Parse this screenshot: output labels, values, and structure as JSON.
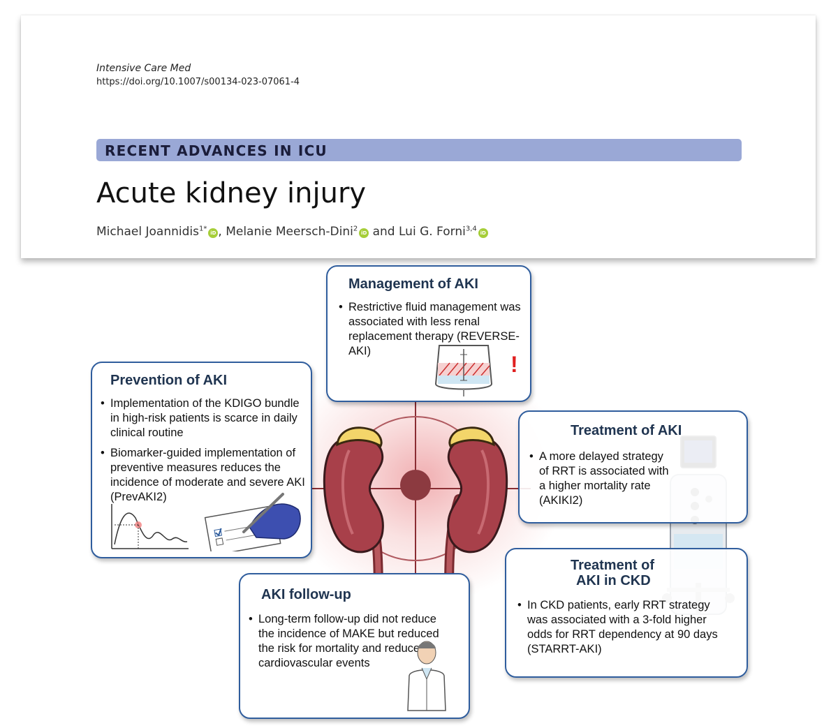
{
  "paper": {
    "journal": "Intensive Care Med",
    "doi": "https://doi.org/10.1007/s00134-023-07061-4",
    "section": "RECENT ADVANCES IN ICU",
    "title": "Acute kidney injury",
    "authors": [
      {
        "name": "Michael Joannidis",
        "sup": "1*"
      },
      {
        "name": "Melanie Meersch-Dini",
        "sup": "2"
      },
      {
        "name": "Lui G. Forni",
        "sup": "3,4"
      }
    ],
    "author_separator": ", ",
    "author_conjunction": " and "
  },
  "figure": {
    "management": {
      "title": "Management of AKI",
      "bullets": [
        "Restrictive fluid management was associated with less renal replacement therapy (REVERSE-AKI)"
      ]
    },
    "prevention": {
      "title": "Prevention of AKI",
      "bullets": [
        "Implementation of the KDIGO bundle in high-risk patients is scarce in daily clinical routine",
        "Biomarker-guided implementation of preventive measures reduces the incidence of moderate and severe AKI (PrevAKI2)"
      ]
    },
    "treatment": {
      "title": "Treatment of AKI",
      "bullets": [
        "A more delayed strategy of RRT is associated with a higher mortality rate (AKIKI2)"
      ]
    },
    "treatment_ckd": {
      "title_line1": "Treatment of",
      "title_line2": "AKI in CKD",
      "bullets": [
        "In CKD patients, early RRT strategy was associated with a 3-fold higher odds for RRT dependency at 90 days (STARRT-AKI)"
      ]
    },
    "followup": {
      "title": "AKI follow-up",
      "bullets": [
        "Long-term follow-up did not reduce the incidence of MAKE but reduced the risk for mortality and reduced cardiovascular events"
      ]
    },
    "warning_mark": "!"
  },
  "colors": {
    "box_border": "#2f5d9d",
    "heading": "#1f3450",
    "kidney": "#a8404a",
    "adrenal": "#f3d56a",
    "section_bar": "#9aa8d6",
    "orcid": "#a6ce39"
  },
  "icons": [
    "orcid-icon",
    "kidney-illustration",
    "crosshair-target",
    "iv-bag-icon",
    "chart-sketch",
    "checklist-hand-icon",
    "dialysis-machine-icon",
    "doctor-figure-icon"
  ]
}
